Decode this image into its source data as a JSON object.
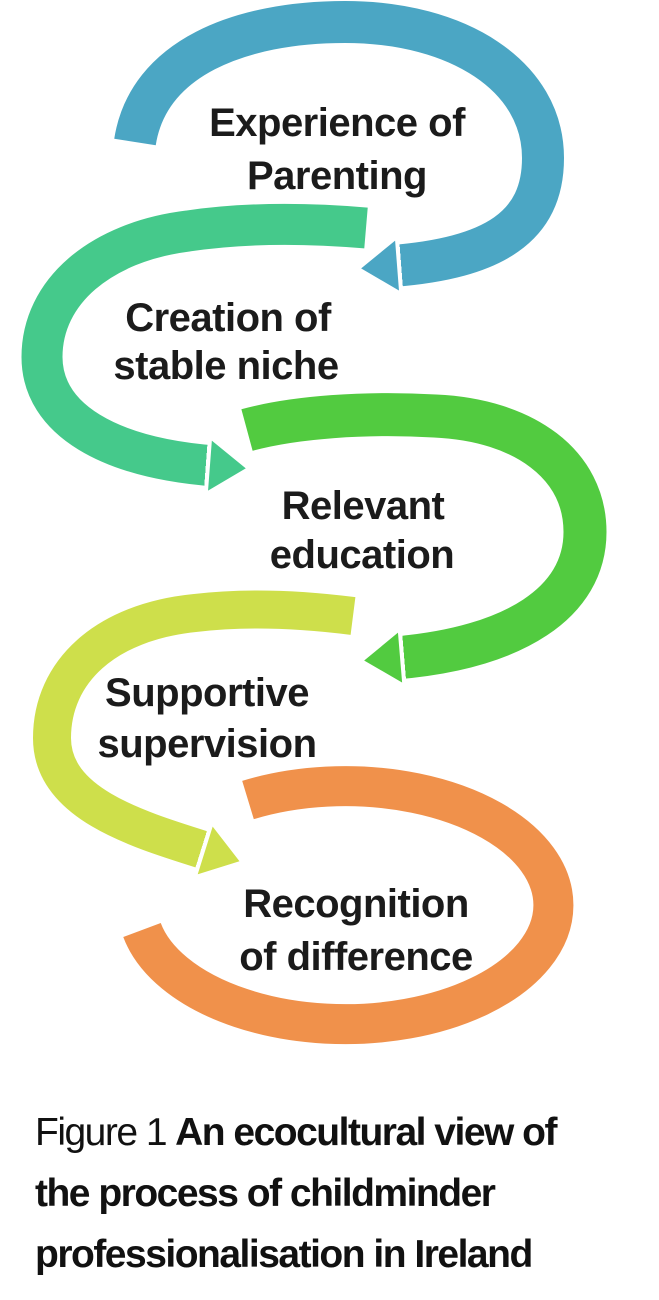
{
  "diagram": {
    "background": "#ffffff",
    "text_color": "#1b1b1b",
    "steps": [
      {
        "id": "experience-of-parenting",
        "label_lines": [
          "Experience of",
          "Parenting"
        ],
        "color": "#4BA6C4"
      },
      {
        "id": "creation-of-stable-niche",
        "label_lines": [
          "Creation of",
          "stable niche"
        ],
        "color": "#45C98B"
      },
      {
        "id": "relevant-education",
        "label_lines": [
          "Relevant",
          "education"
        ],
        "color": "#52CB40"
      },
      {
        "id": "supportive-supervision",
        "label_lines": [
          "Supportive",
          "supervision"
        ],
        "color": "#CEDF4B"
      },
      {
        "id": "recognition-of-difference",
        "label_lines": [
          "Recognition",
          "of difference"
        ],
        "color": "#F0914B"
      }
    ]
  },
  "caption": {
    "prefix": "Figure 1",
    "title_lines": [
      "An ecocultural view of",
      "the process of childminder",
      "professionalisation in Ireland"
    ]
  }
}
